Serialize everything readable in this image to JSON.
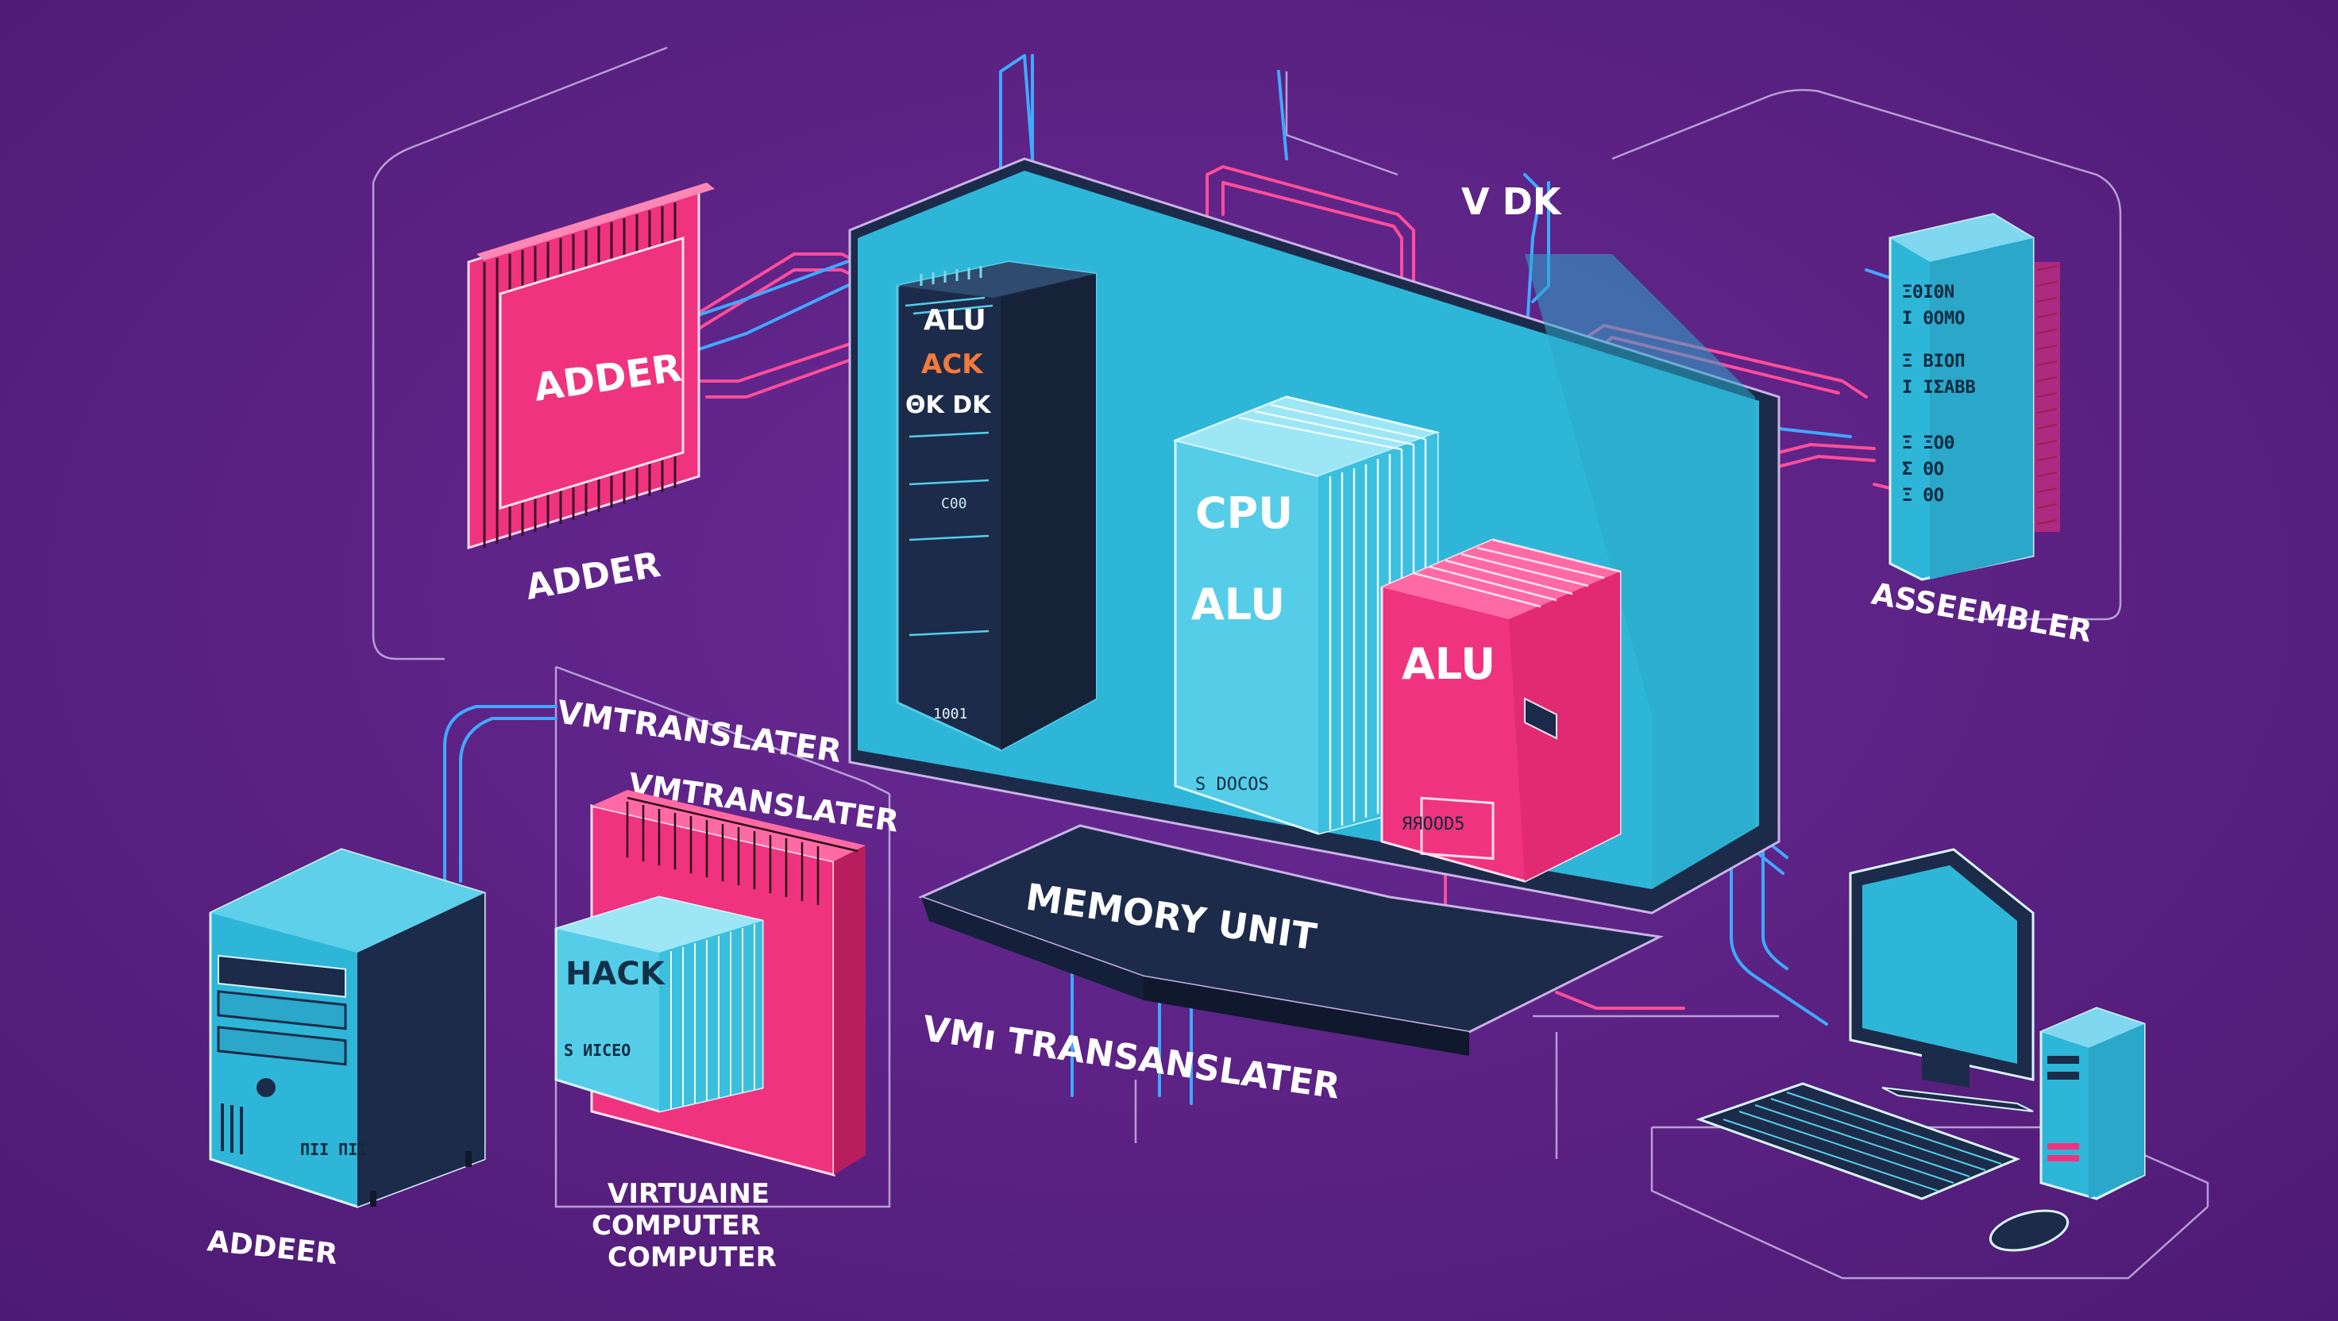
{
  "colors": {
    "background": "#5a2182",
    "cyan": "#2eb6d8",
    "cyan_light": "#56cde8",
    "pink": "#f0337e",
    "navy": "#1c2b4a",
    "wire_pink": "#ff4d9a",
    "wire_blue": "#3fa9ff",
    "outline": "#c9b3e6"
  },
  "labels": {
    "adder_top_card": "ADDER",
    "adder_top_caption": "ADDER",
    "vdk": "V DK",
    "alu_tower": "ALU",
    "ack": "ACK",
    "ak_dk": "ΘK DK",
    "tower_code_a": "C00",
    "tower_code_b": "1001",
    "cpu": "CPU",
    "cpu_alu": "ALU",
    "cpu_footer": "S DOCOS",
    "alu_pink": "ALU",
    "alu_pink_footer": "ЯЯOOD5",
    "assembler_caption": "ASSEEMBLER",
    "assembler_lines": [
      "ΞΘΙΘΝ",
      "Ι ΘΟΜΟ",
      "Ξ ΒΙΟΠ",
      "Ι ΙΣΑΒΒ",
      "Ξ ΞΟΘ",
      "Σ ΘΟ",
      "Ξ ΘΟ"
    ],
    "vmtranslater_top": "VMTRANSLATER",
    "vmtranslater_upper": "VMTRANSLATER",
    "memory_unit": "MEMORY  UNIT",
    "vm_transanslater": "VMı TRANSANSLATER",
    "hack": "HACK",
    "hack_sub": "S ИICEO",
    "adeer_caption": "ADDEER",
    "virtual_computer_line1": "VIRTUAINE",
    "virtual_computer_line2": "COMPUTER",
    "virtual_computer_line3": "COMPUTER",
    "pc_tower_code": "ΠΙΙ ΠΙΙ"
  }
}
